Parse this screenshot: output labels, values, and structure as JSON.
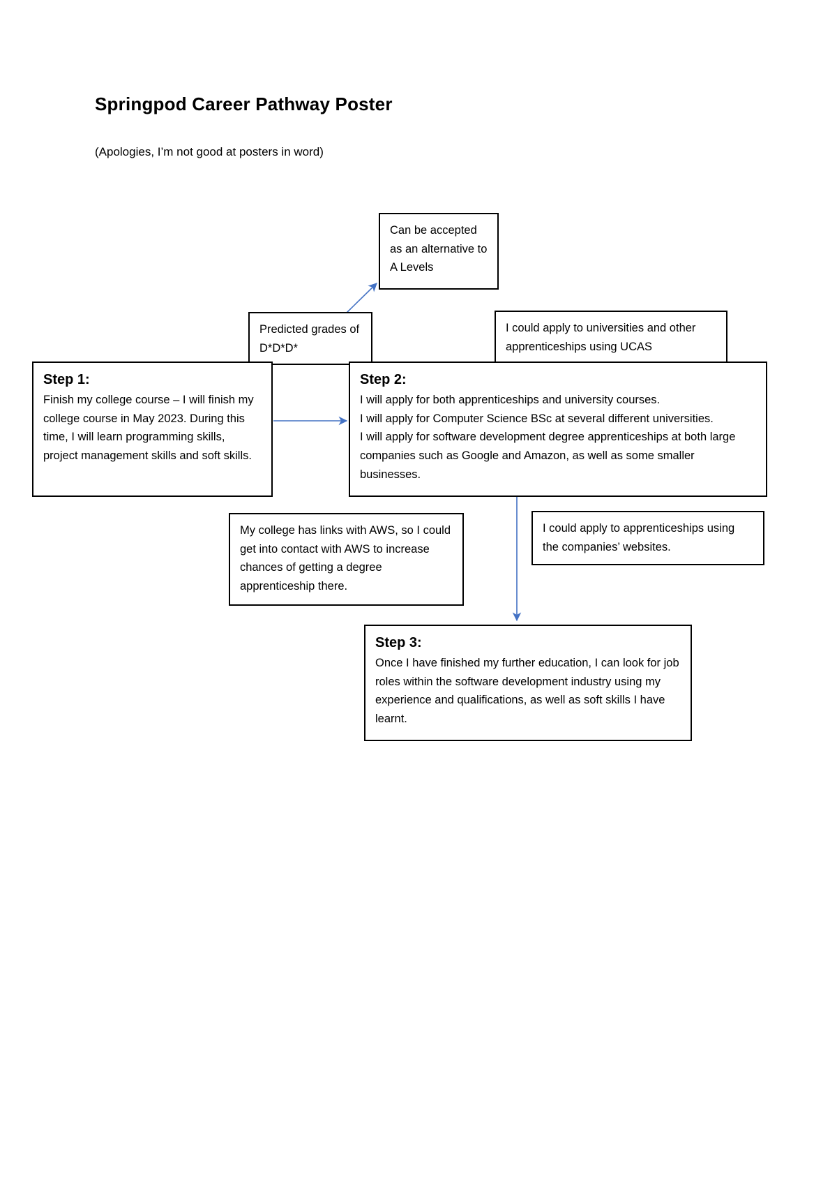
{
  "document": {
    "title": "Springpod Career Pathway Poster",
    "subtitle": "(Apologies, I’m not good at posters in word)"
  },
  "colors": {
    "page_background": "#ffffff",
    "box_border": "#000000",
    "text": "#000000",
    "connector_blue": "#4472c4"
  },
  "boxes": {
    "alternative": {
      "text": "Can be accepted as an alternative to A Levels"
    },
    "predicted_grades": {
      "text": "Predicted grades of D*D*D*"
    },
    "ucas": {
      "text": "I could apply to universities and other apprenticeships using UCAS"
    },
    "step1": {
      "heading": "Step 1:",
      "text": "Finish my college course – I will finish my college course in May 2023. During this time, I will learn programming skills, project management skills and soft skills."
    },
    "step2": {
      "heading": "Step 2:",
      "text": "I will apply for both apprenticeships and university courses.\nI will apply for Computer Science BSc at several different universities.\nI will apply for software development degree apprenticeships at both large companies such as Google and Amazon, as well as some smaller businesses."
    },
    "aws": {
      "text": "My college has links with AWS, so I could get into contact with AWS to increase chances of getting a degree apprenticeship there."
    },
    "websites": {
      "text": "I could apply to apprenticeships using the companies’ websites."
    },
    "step3": {
      "heading": "Step 3:",
      "text": "Once I have finished my further education, I can look for job roles within the software development industry using my experience and qualifications, as well as soft skills I have learnt."
    }
  },
  "connectors": [
    {
      "name": "predicted-grades-to-alternative",
      "from": "predicted_grades",
      "to": "alternative",
      "style": "arrow"
    },
    {
      "name": "step1-to-step2",
      "from": "step1",
      "to": "step2",
      "style": "arrow"
    },
    {
      "name": "step2-to-step3",
      "from": "step2",
      "to": "step3",
      "style": "arrow"
    }
  ]
}
